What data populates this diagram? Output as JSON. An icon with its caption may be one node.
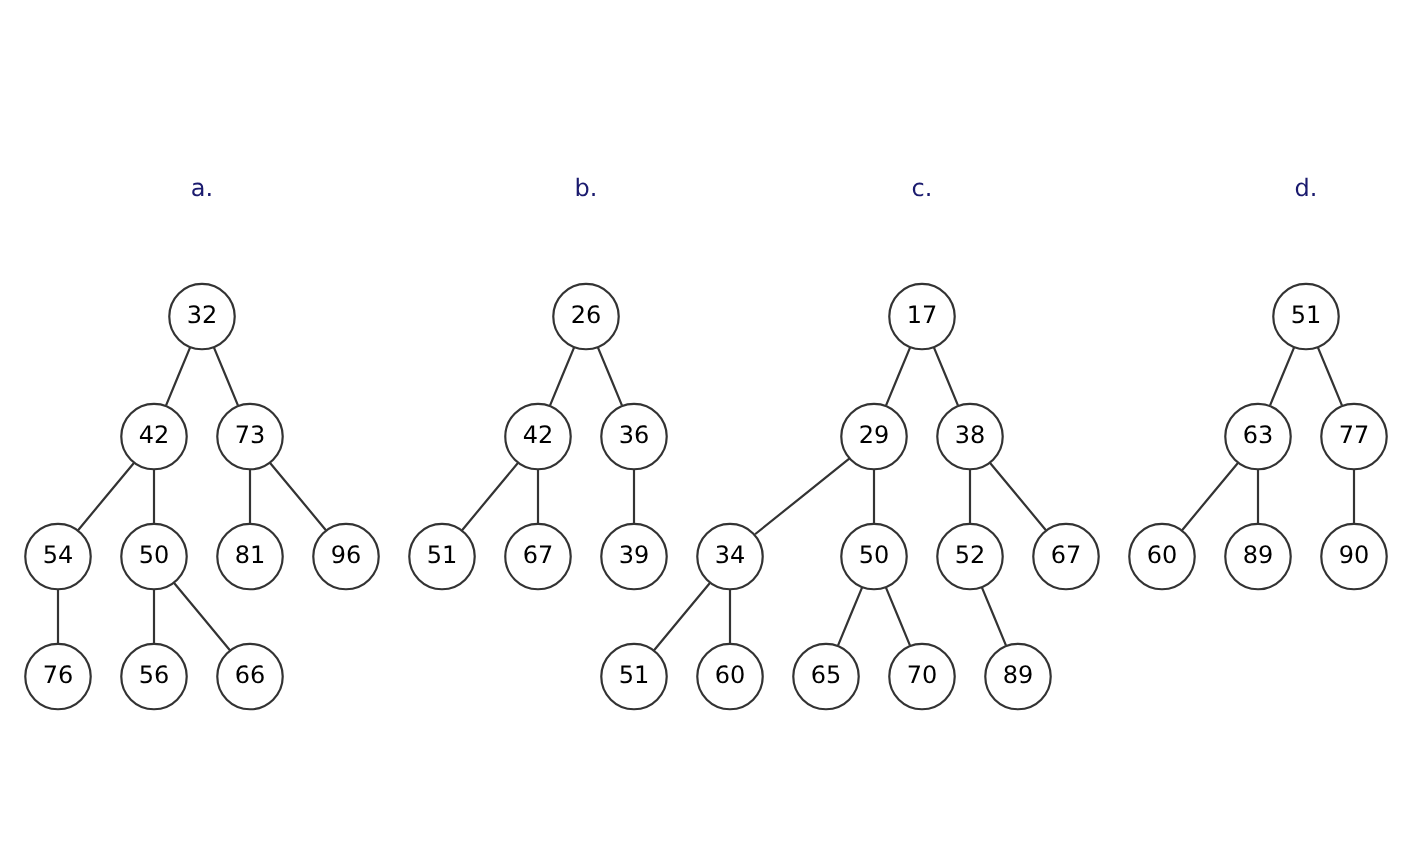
{
  "diagram": {
    "nodes": [
      {
        "text": [
          "32"
        ]
      },
      {
        "text": [
          "42"
        ]
      },
      {
        "text": [
          "73"
        ]
      },
      {
        "text": [
          "54"
        ]
      },
      {
        "text": [
          "50"
        ]
      },
      {
        "text": [
          "81"
        ]
      },
      {
        "text": [
          "96"
        ]
      },
      {
        "text": [
          "76"
        ]
      },
      {
        "text": [
          "56"
        ]
      },
      {
        "text": [
          "66"
        ]
      },
      {
        "text": [
          "26"
        ]
      },
      {
        "text": [
          "42"
        ]
      },
      {
        "text": [
          "36"
        ]
      },
      {
        "text": [
          "51"
        ]
      },
      {
        "text": [
          "67"
        ]
      },
      {
        "text": [
          "39"
        ]
      },
      {
        "text": [
          "17"
        ]
      },
      {
        "text": [
          "29"
        ]
      },
      {
        "text": [
          "38"
        ]
      },
      {
        "text": [
          "34"
        ]
      },
      {
        "text": [
          "50"
        ]
      },
      {
        "text": [
          "52"
        ]
      },
      {
        "text": [
          "67"
        ]
      },
      {
        "text": [
          "51"
        ]
      },
      {
        "text": [
          "60"
        ]
      },
      {
        "text": [
          "65"
        ]
      },
      {
        "text": [
          "70"
        ]
      },
      {
        "text": [
          "89"
        ]
      },
      {
        "text": [
          "51"
        ]
      },
      {
        "text": [
          "63"
        ]
      },
      {
        "text": [
          "77"
        ]
      },
      {
        "text": [
          "60"
        ]
      },
      {
        "text": [
          "89"
        ]
      },
      {
        "text": [
          "90"
        ]
      }
    ],
    "edges": [
      {
        "from": 0,
        "to": 1,
        "arrow": "none"
      },
      {
        "from": 0,
        "to": 2,
        "arrow": "none"
      },
      {
        "from": 1,
        "to": 3,
        "arrow": "none"
      },
      {
        "from": 1,
        "to": 4,
        "arrow": "none"
      },
      {
        "from": 2,
        "to": 5,
        "arrow": "none"
      },
      {
        "from": 2,
        "to": 6,
        "arrow": "none"
      },
      {
        "from": 3,
        "to": 7,
        "arrow": "none"
      },
      {
        "from": 4,
        "to": 8,
        "arrow": "none"
      },
      {
        "from": 4,
        "to": 9,
        "arrow": "none"
      },
      {
        "from": 10,
        "to": 11,
        "arrow": "none"
      },
      {
        "from": 10,
        "to": 12,
        "arrow": "none"
      },
      {
        "from": 11,
        "to": 13,
        "arrow": "none"
      },
      {
        "from": 11,
        "to": 14,
        "arrow": "none"
      },
      {
        "from": 12,
        "to": 15,
        "arrow": "none"
      },
      {
        "from": 16,
        "to": 17,
        "arrow": "none"
      },
      {
        "from": 16,
        "to": 18,
        "arrow": "none"
      },
      {
        "from": 17,
        "to": 19,
        "arrow": "none"
      },
      {
        "from": 17,
        "to": 20,
        "arrow": "none"
      },
      {
        "from": 18,
        "to": 21,
        "arrow": "none"
      },
      {
        "from": 18,
        "to": 22,
        "arrow": "none"
      },
      {
        "from": 19,
        "to": 23,
        "arrow": "none"
      },
      {
        "from": 19,
        "to": 24,
        "arrow": "none"
      },
      {
        "from": 20,
        "to": 25,
        "arrow": "none"
      },
      {
        "from": 20,
        "to": 26,
        "arrow": "none"
      },
      {
        "from": 21,
        "to": 27,
        "arrow": "none"
      },
      {
        "from": 28,
        "to": 29,
        "arrow": "none"
      },
      {
        "from": 28,
        "to": 30,
        "arrow": "none"
      },
      {
        "from": 29,
        "to": 31,
        "arrow": "none"
      },
      {
        "from": 29,
        "to": 32,
        "arrow": "none"
      },
      {
        "from": 30,
        "to": 33,
        "arrow": "none"
      }
    ],
    "labels": [
      "a.",
      "b.",
      "c.",
      "d."
    ]
  }
}
